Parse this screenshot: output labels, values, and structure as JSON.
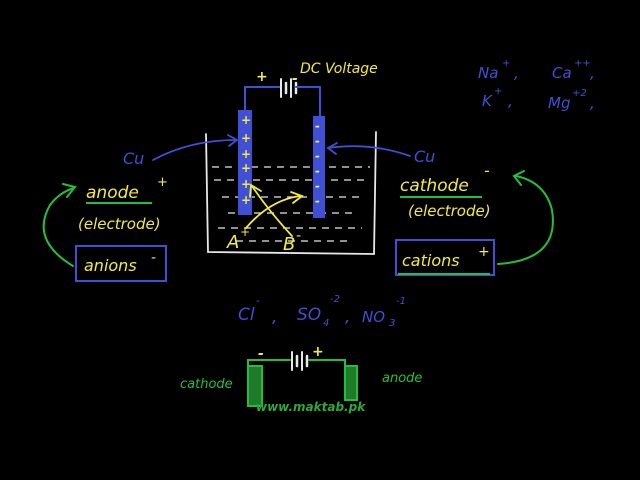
{
  "colors": {
    "background": "#000000",
    "yellow": "#f4ec3a",
    "blue": "#3f4fd6",
    "green": "#22c03a",
    "white": "#e8e8e8"
  },
  "top": {
    "power_label": "DC Voltage",
    "plus": "+",
    "minus": "-"
  },
  "ions_top_right": {
    "row1a": "Na",
    "row1a_sup": "+",
    "row1b": "Ca",
    "row1b_sup": "++",
    "row2a": "K",
    "row2a_sup": "+",
    "row2b": "Mg",
    "row2b_sup": "+2",
    "sep": ","
  },
  "left": {
    "metal": "Cu",
    "electrode_name": "anode",
    "electrode_charge": "+",
    "electrode_note": "(electrode)",
    "ion_box": "anions",
    "ion_charge": "-"
  },
  "right": {
    "metal": "Cu",
    "electrode_name": "cathode",
    "electrode_charge": "-",
    "electrode_note": "(electrode)",
    "ion_box": "cations",
    "ion_charge": "+"
  },
  "beaker": {
    "ion_a": "A",
    "ion_a_charge": "+",
    "ion_b": "B",
    "ion_b_charge": "-",
    "plus_sign": "+",
    "minus_sign": "-"
  },
  "anion_examples": {
    "cl": "Cl",
    "cl_charge": "-",
    "so4": "SO",
    "so4_sub": "4",
    "so4_charge": "-2",
    "no3": "NO",
    "no3_sub": "3",
    "no3_charge": "-1",
    "sep": ","
  },
  "bottom_diagram": {
    "left_label": "cathode",
    "right_label": "anode",
    "minus": "-",
    "plus": "+"
  },
  "watermark": "www.maktab.pk"
}
